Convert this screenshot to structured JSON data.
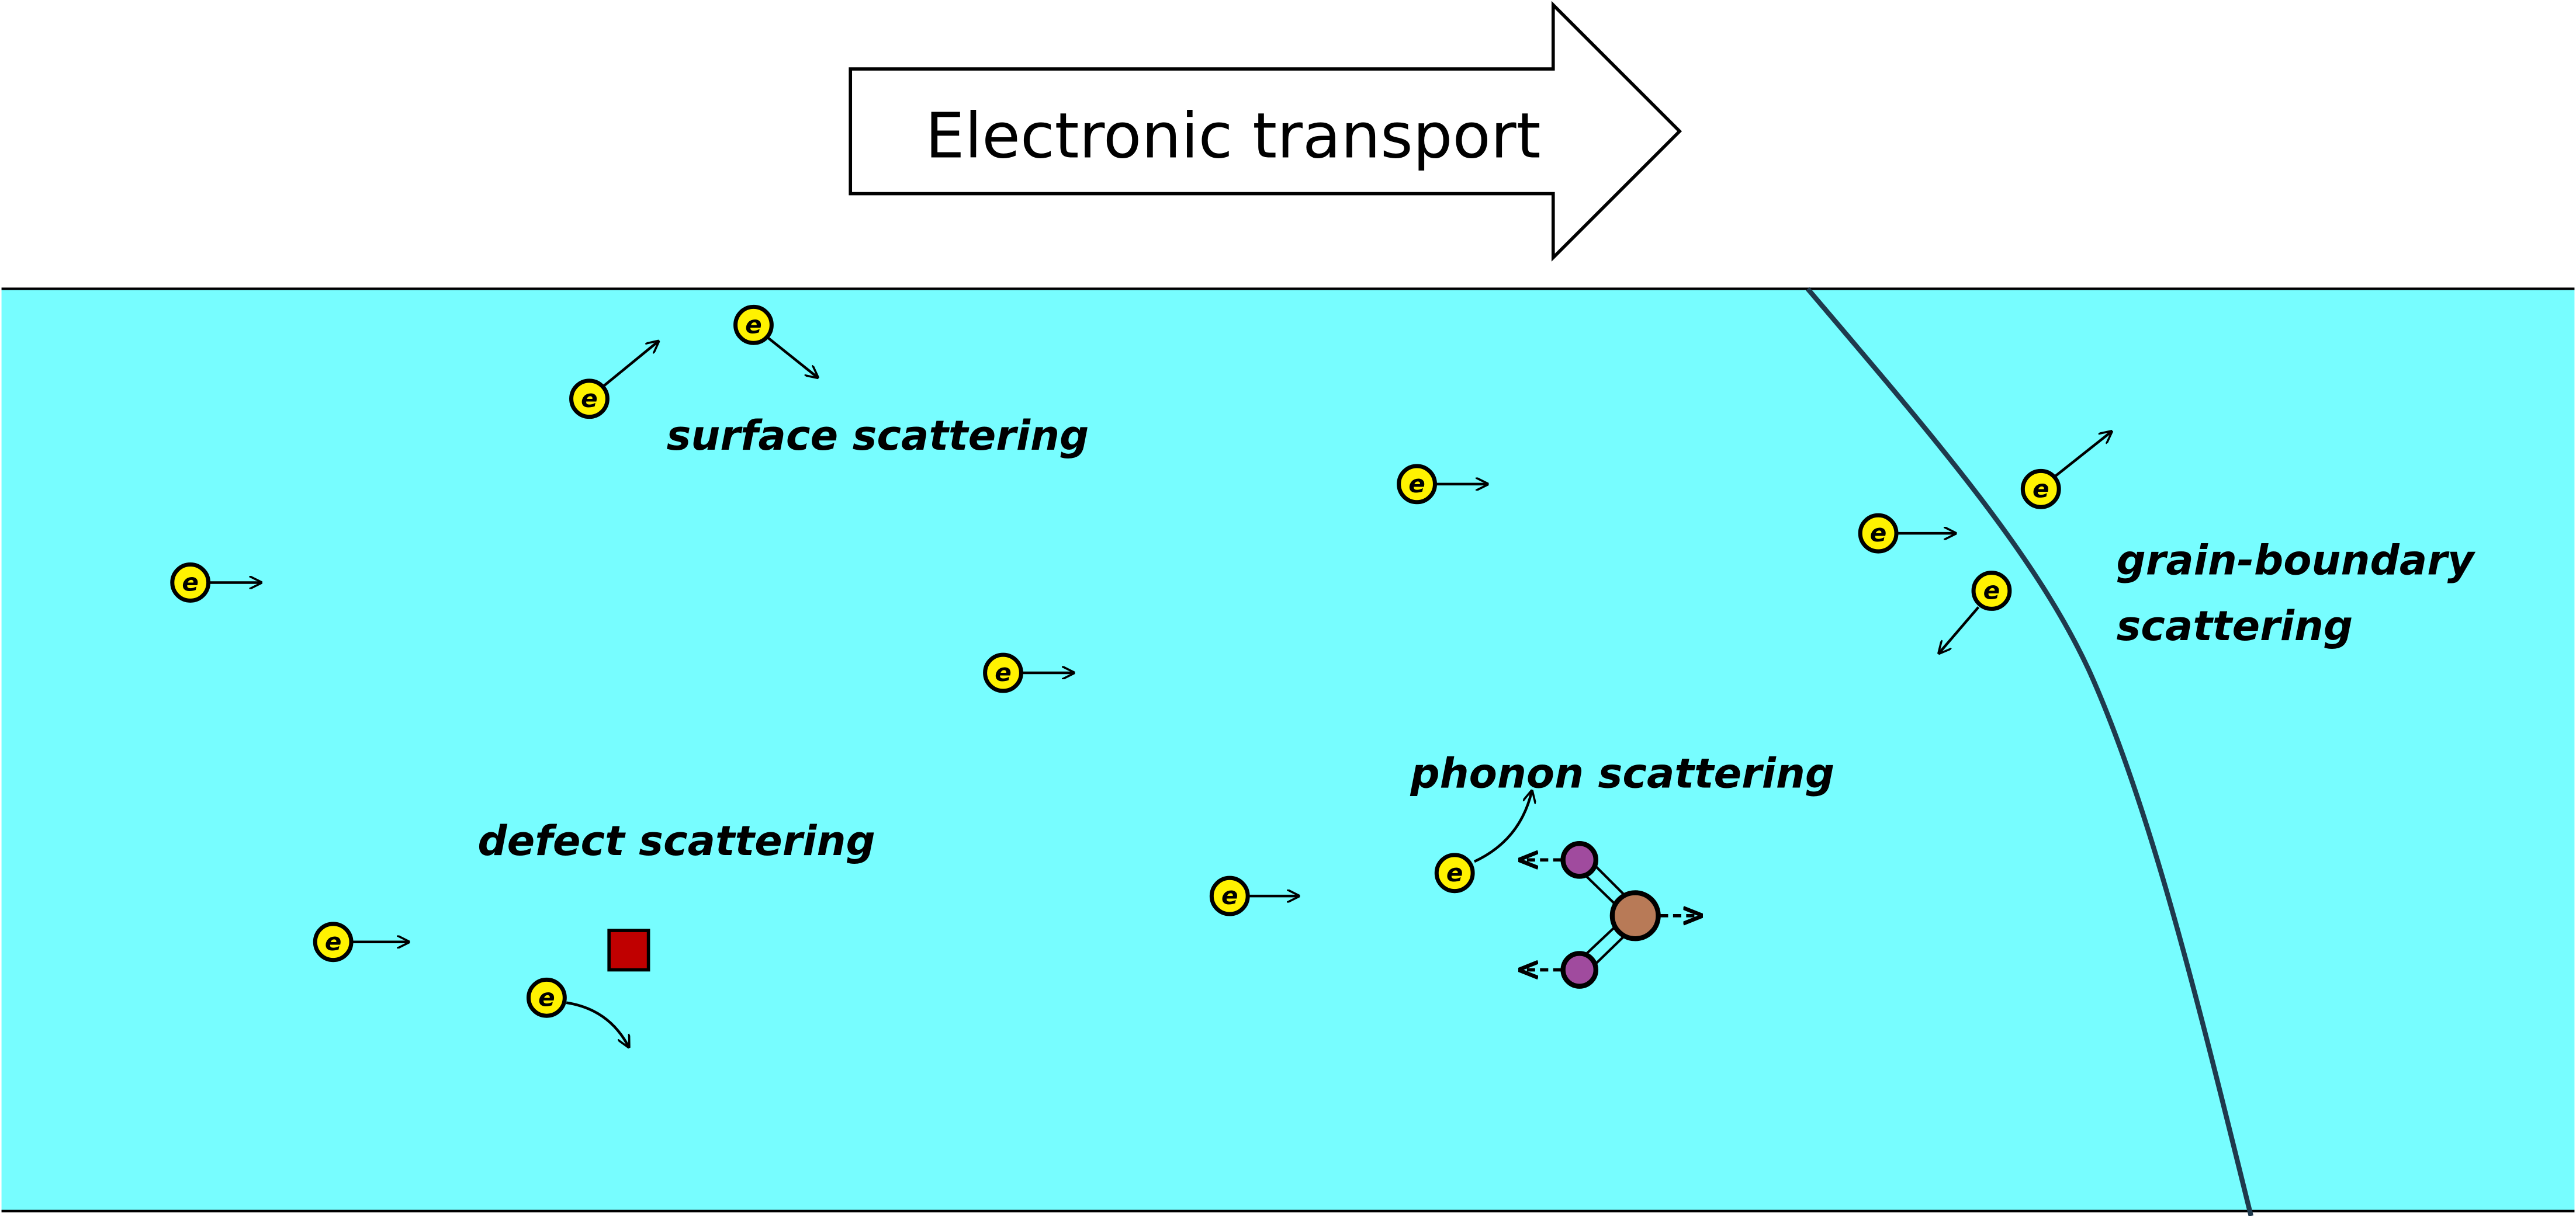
{
  "title": "Electronic transport",
  "labels": {
    "surface": "surface scattering",
    "grain_line1": "grain-boundary",
    "grain_line2": "scattering",
    "phonon": "phonon scattering",
    "defect": "defect scattering"
  },
  "electron_symbol": "e",
  "colors": {
    "medium": "#77FDFF",
    "electron": "#FFF200",
    "defect": "#C00000",
    "atom_light": "#A04B9E",
    "atom_heavy": "#B87A57",
    "grain_boundary": "#1F3A4D"
  }
}
